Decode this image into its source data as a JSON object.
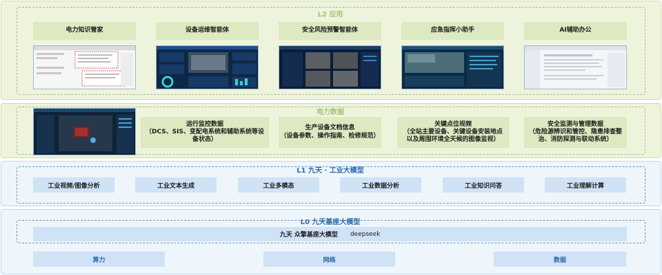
{
  "l2": {
    "title": "L2 应用",
    "apps": [
      {
        "label": "电力知识管家",
        "icon": "document-screenshot-icon"
      },
      {
        "label": "设备运维智能体",
        "icon": "dashboard-screenshot-icon"
      },
      {
        "label": "安全风险预警智能体",
        "icon": "camera-monitor-screenshot-icon"
      },
      {
        "label": "应急指挥小助手",
        "icon": "command-center-screenshot-icon"
      },
      {
        "label": "AI辅助办公",
        "icon": "office-document-screenshot-icon"
      }
    ]
  },
  "power_data": {
    "title": "电力数据",
    "items": [
      {
        "line1": "运行监控数据",
        "line2": "（DCS、SIS、变配电系统和辅助系统等设",
        "line3": "备状态）"
      },
      {
        "line1": "生产设备文档信息",
        "line2": "（设备参数、操作指南、检修规范）",
        "line3": ""
      },
      {
        "line1": "关键点位视频",
        "line2": "（全站主要设备、关键设备安装地点",
        "line3": "以及周围环境全天候的图像监视）"
      },
      {
        "line1": "安全监测与管理数据",
        "line2": "（危险源辨识和管控、隐患排查整",
        "line3": "治、消防探测与联动系统）"
      }
    ]
  },
  "l1": {
    "title": "L1 九天 · 工业大模型",
    "items": [
      "工业视频/图像分析",
      "工业文本生成",
      "工业多模态",
      "工业数据分析",
      "工业知识问答",
      "工业理解计算"
    ]
  },
  "l0": {
    "title": "L0 九天基座大模型",
    "model_text": "九天 众擎基座大模型",
    "model_text2": "deepseek",
    "infra": [
      "算力",
      "网络",
      "数据"
    ]
  },
  "colors": {
    "green_band": "#eef4dc",
    "green_box": "#dde9c0",
    "blue_band": "#eef6fc",
    "blue_box": "#cfe2f6",
    "dark_screen": "#0f2747"
  }
}
